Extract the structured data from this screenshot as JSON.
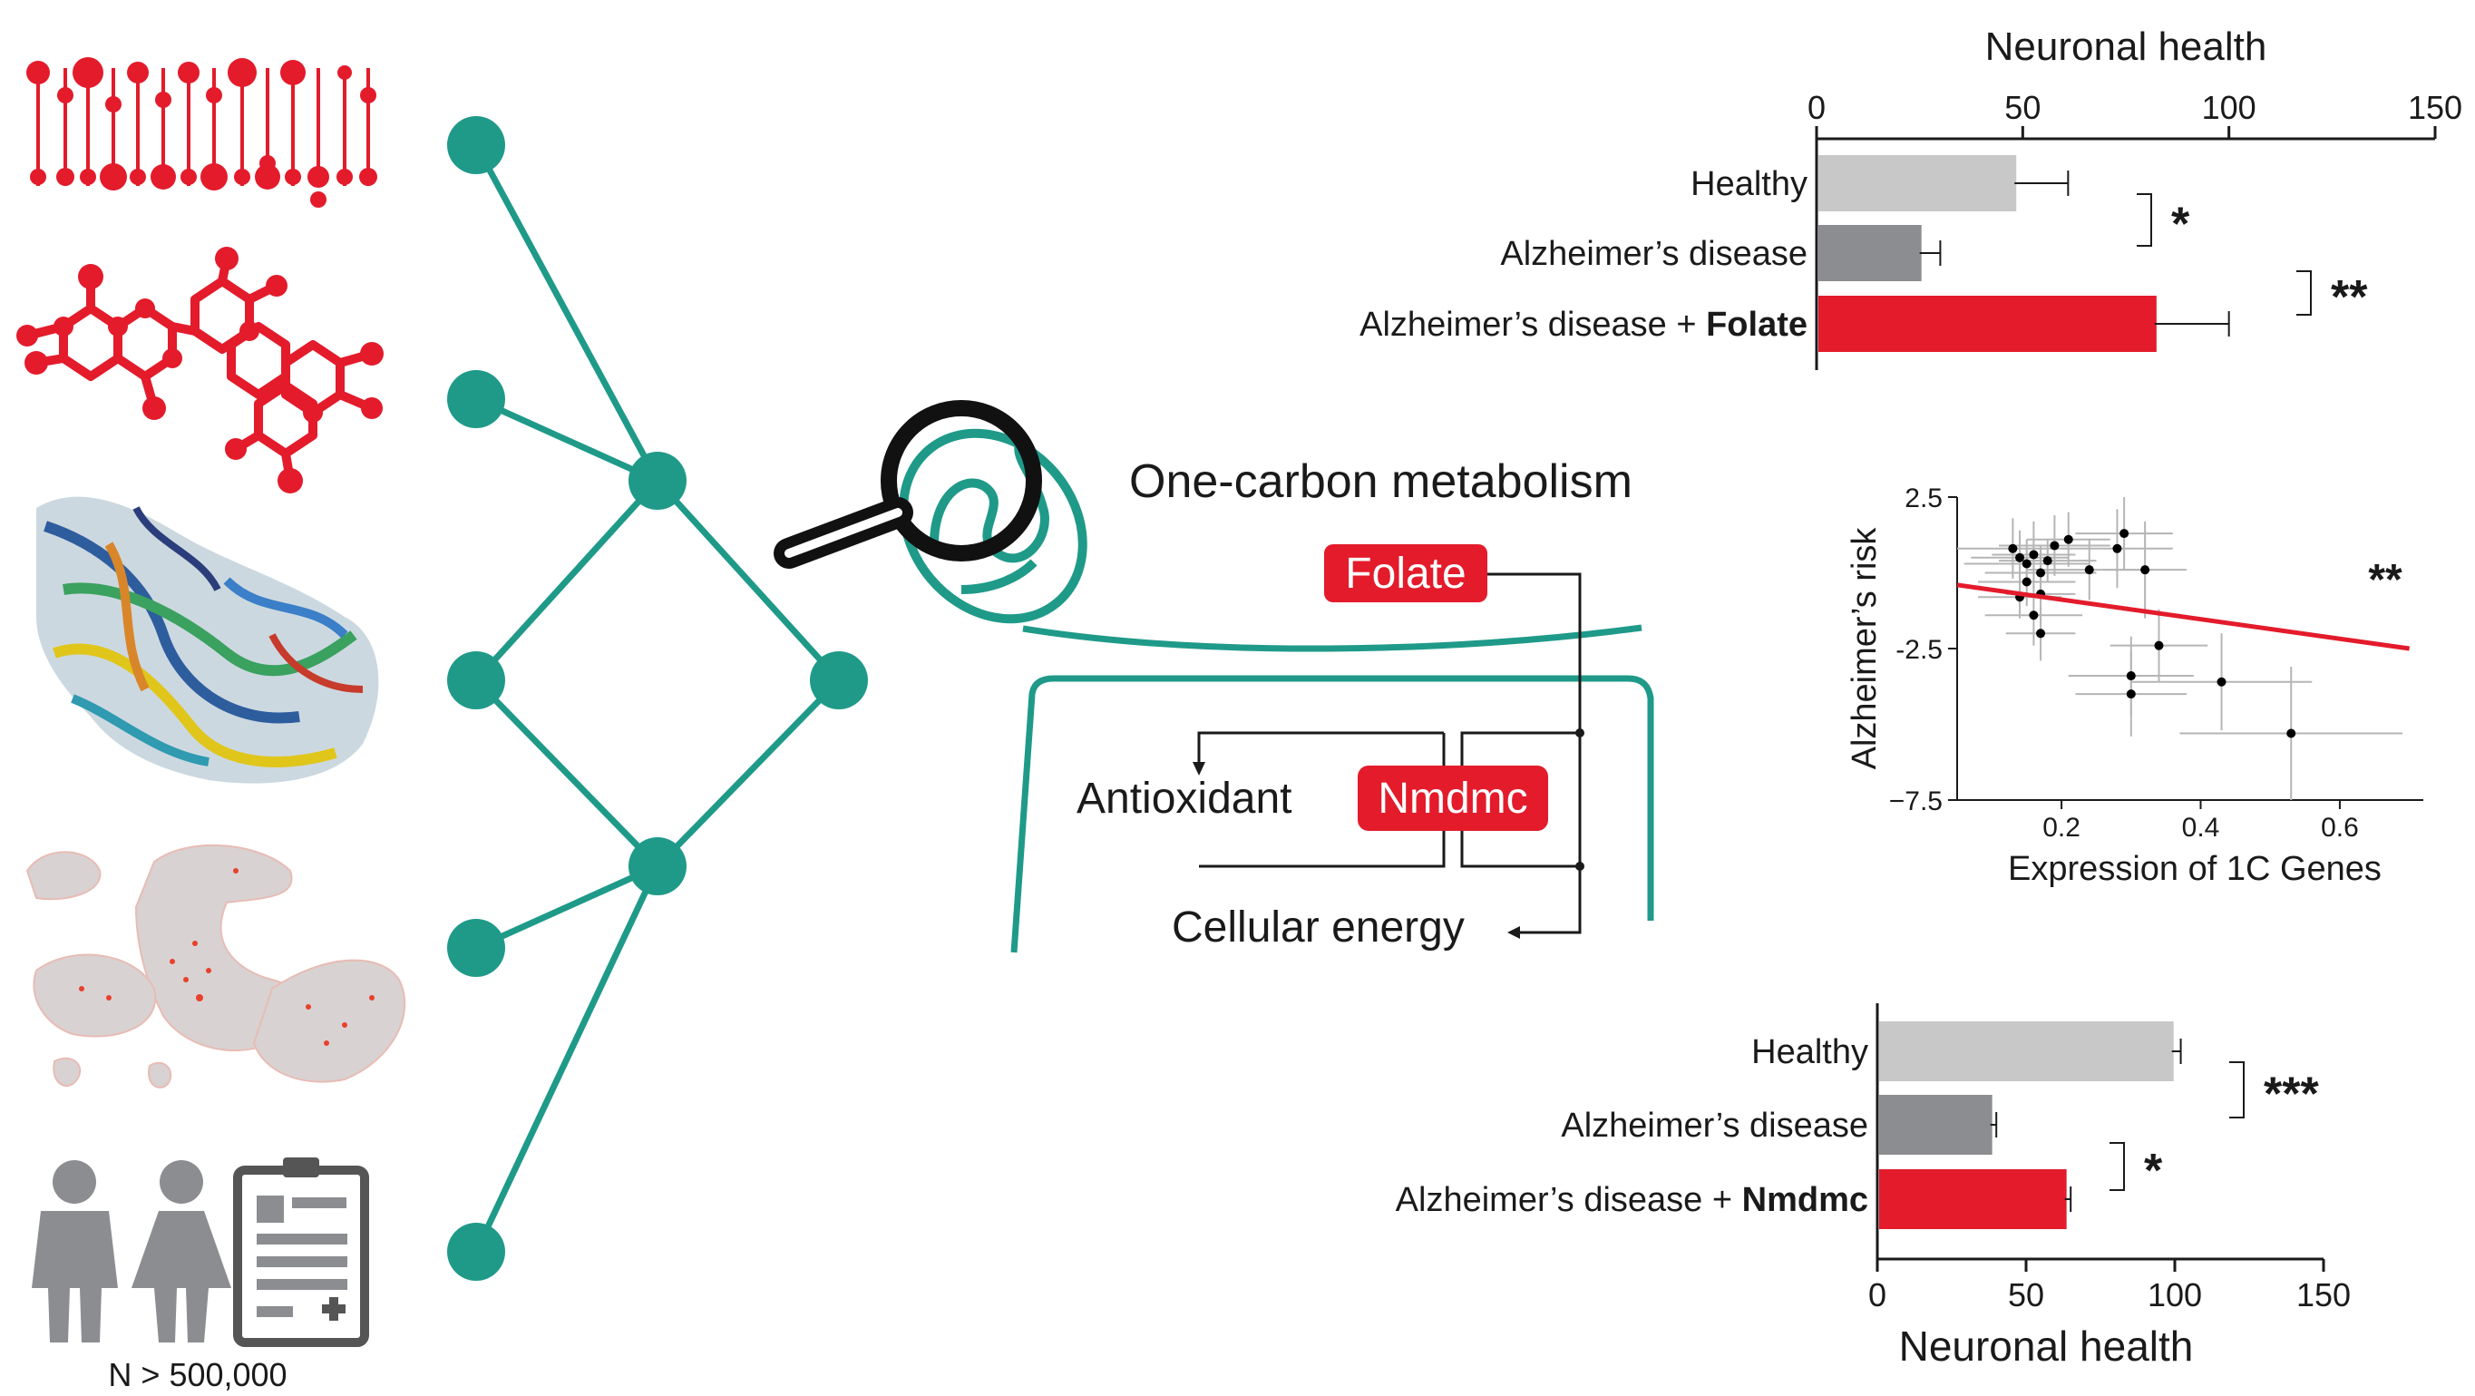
{
  "colors": {
    "teal": "#1f9a89",
    "red": "#e31b2b",
    "healthy_gray": "#c8c8c8",
    "disease_gray": "#8c8d90",
    "dark": "#1a1a1a",
    "error_gray": "#b5b5b5"
  },
  "left_panel": {
    "sample_size": "N > 500,000",
    "icons": [
      "dna-lollipop-icon",
      "metabolite-molecule-icon",
      "protein-structure-icon",
      "cell-umap-icon",
      "male-person-icon",
      "female-person-icon",
      "clinical-record-clipboard-icon"
    ]
  },
  "center": {
    "pathway_title": "One-carbon metabolism",
    "folate_label": "Folate",
    "nmdmc_label": "Nmdmc",
    "antioxidant_label": "Antioxidant",
    "energy_label": "Cellular energy",
    "icons": [
      "magnifying-glass-icon",
      "mitochondrion-icon"
    ]
  },
  "chart_data": [
    {
      "type": "bar",
      "orientation": "horizontal",
      "title": "Neuronal health",
      "xlabel": "Neuronal health",
      "xlim": [
        0,
        150
      ],
      "xticks": [
        0,
        50,
        100,
        150
      ],
      "categories": [
        "Healthy",
        "Alzheimer's disease",
        "Alzheimer's disease + Folate"
      ],
      "label_prefix": [
        "Healthy",
        "Alzheimer’s disease",
        "Alzheimer’s disease + "
      ],
      "label_bold": [
        "",
        "",
        "Folate"
      ],
      "values": [
        48,
        25,
        82
      ],
      "errors": [
        13,
        5,
        18
      ],
      "bar_colors": [
        "#c8c8c8",
        "#8c8d90",
        "#e31b2b"
      ],
      "significance": [
        {
          "pair": [
            0,
            1
          ],
          "label": "*"
        },
        {
          "pair": [
            1,
            2
          ],
          "label": "**"
        }
      ]
    },
    {
      "type": "scatter",
      "xlabel": "Expression of 1C Genes",
      "ylabel": "Alzheimer’s risk",
      "xlim": [
        0.05,
        0.72
      ],
      "ylim": [
        -7.5,
        2.5
      ],
      "xticks": [
        0.2,
        0.4,
        0.6
      ],
      "yticks": [
        2.5,
        -2.5,
        -7.5
      ],
      "ytick_labels": [
        "2.5",
        "-2.5",
        "−7.5"
      ],
      "annotation": "**",
      "trend": {
        "x": [
          0.05,
          0.7
        ],
        "y": [
          -0.4,
          -2.5
        ]
      },
      "points": [
        {
          "x": 0.13,
          "y": 0.8,
          "xerr": 0.08,
          "yerr": 1.0
        },
        {
          "x": 0.14,
          "y": 0.5,
          "xerr": 0.07,
          "yerr": 0.9
        },
        {
          "x": 0.15,
          "y": 0.3,
          "xerr": 0.09,
          "yerr": 0.8
        },
        {
          "x": 0.16,
          "y": 0.6,
          "xerr": 0.06,
          "yerr": 1.1
        },
        {
          "x": 0.17,
          "y": 0.0,
          "xerr": 0.08,
          "yerr": 0.9
        },
        {
          "x": 0.18,
          "y": 0.4,
          "xerr": 0.07,
          "yerr": 0.7
        },
        {
          "x": 0.19,
          "y": 0.9,
          "xerr": 0.08,
          "yerr": 1.0
        },
        {
          "x": 0.21,
          "y": 1.1,
          "xerr": 0.06,
          "yerr": 0.9
        },
        {
          "x": 0.15,
          "y": -0.3,
          "xerr": 0.07,
          "yerr": 0.8
        },
        {
          "x": 0.14,
          "y": -0.8,
          "xerr": 0.06,
          "yerr": 0.7
        },
        {
          "x": 0.17,
          "y": -0.7,
          "xerr": 0.05,
          "yerr": 0.9
        },
        {
          "x": 0.16,
          "y": -1.4,
          "xerr": 0.07,
          "yerr": 1.0
        },
        {
          "x": 0.17,
          "y": -2.0,
          "xerr": 0.05,
          "yerr": 0.9
        },
        {
          "x": 0.24,
          "y": 0.1,
          "xerr": 0.09,
          "yerr": 1.0
        },
        {
          "x": 0.28,
          "y": 0.8,
          "xerr": 0.08,
          "yerr": 1.3
        },
        {
          "x": 0.29,
          "y": 1.3,
          "xerr": 0.07,
          "yerr": 1.2
        },
        {
          "x": 0.32,
          "y": 0.1,
          "xerr": 0.06,
          "yerr": 1.6
        },
        {
          "x": 0.3,
          "y": -3.4,
          "xerr": 0.09,
          "yerr": 1.3
        },
        {
          "x": 0.3,
          "y": -4.0,
          "xerr": 0.08,
          "yerr": 1.4
        },
        {
          "x": 0.34,
          "y": -2.4,
          "xerr": 0.07,
          "yerr": 1.2
        },
        {
          "x": 0.43,
          "y": -3.6,
          "xerr": 0.13,
          "yerr": 1.6
        },
        {
          "x": 0.53,
          "y": -5.3,
          "xerr": 0.16,
          "yerr": 2.2
        }
      ]
    },
    {
      "type": "bar",
      "orientation": "horizontal",
      "xlabel": "Neuronal health",
      "xlim": [
        0,
        150
      ],
      "xticks": [
        0,
        50,
        100,
        150
      ],
      "categories": [
        "Healthy",
        "Alzheimer's disease",
        "Alzheimer's disease + Nmdmc"
      ],
      "label_prefix": [
        "Healthy",
        "Alzheimer’s disease",
        "Alzheimer’s disease + "
      ],
      "label_bold": [
        "",
        "",
        "Nmdmc"
      ],
      "values": [
        99,
        38,
        63
      ],
      "errors": [
        3,
        2,
        2
      ],
      "bar_colors": [
        "#c8c8c8",
        "#8c8d90",
        "#e31b2b"
      ],
      "significance": [
        {
          "pair": [
            0,
            1
          ],
          "label": "***"
        },
        {
          "pair": [
            1,
            2
          ],
          "label": "*"
        }
      ]
    }
  ]
}
